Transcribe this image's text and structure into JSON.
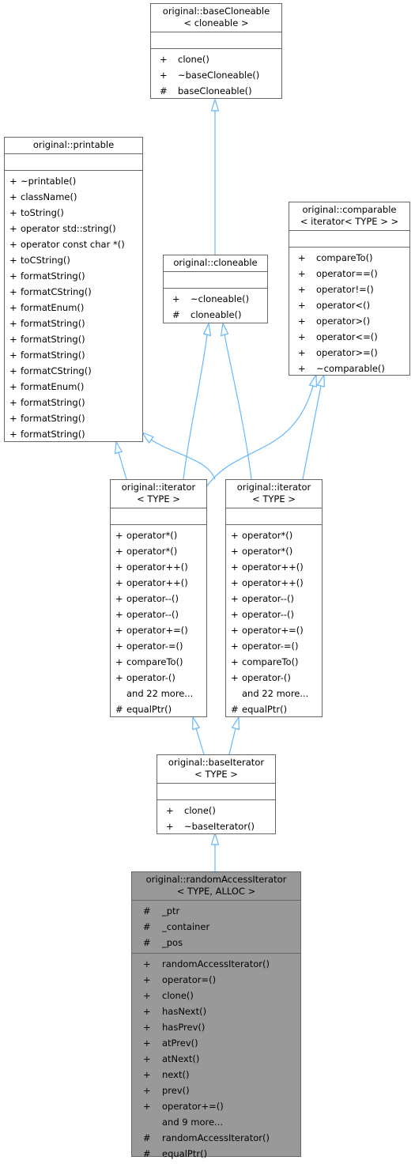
{
  "nodes": {
    "baseCloneable": {
      "title": [
        "original::baseCloneable",
        "< cloneable >"
      ],
      "attributes": [],
      "methods": [
        {
          "vis": "+",
          "name": "clone()"
        },
        {
          "vis": "+",
          "name": "~baseCloneable()"
        },
        {
          "vis": "#",
          "name": "baseCloneable()"
        }
      ]
    },
    "printable": {
      "title": [
        "original::printable"
      ],
      "attributes": [],
      "methods": [
        {
          "vis": "+",
          "name": "~printable()"
        },
        {
          "vis": "+",
          "name": "className()"
        },
        {
          "vis": "+",
          "name": "toString()"
        },
        {
          "vis": "+",
          "name": "operator std::string()"
        },
        {
          "vis": "+",
          "name": "operator const char *()"
        },
        {
          "vis": "+",
          "name": "toCString()"
        },
        {
          "vis": "+",
          "name": "formatString()"
        },
        {
          "vis": "+",
          "name": "formatCString()"
        },
        {
          "vis": "+",
          "name": "formatEnum()"
        },
        {
          "vis": "+",
          "name": "formatString()"
        },
        {
          "vis": "+",
          "name": "formatString()"
        },
        {
          "vis": "+",
          "name": "formatString()"
        },
        {
          "vis": "+",
          "name": "formatCString()"
        },
        {
          "vis": "+",
          "name": "formatEnum()"
        },
        {
          "vis": "+",
          "name": "formatString()"
        },
        {
          "vis": "+",
          "name": "formatString()"
        },
        {
          "vis": "+",
          "name": "formatString()"
        }
      ]
    },
    "comparable": {
      "title": [
        "original::comparable",
        "< iterator< TYPE > >"
      ],
      "attributes": [],
      "methods": [
        {
          "vis": "+",
          "name": "compareTo()"
        },
        {
          "vis": "+",
          "name": "operator==()"
        },
        {
          "vis": "+",
          "name": "operator!=()"
        },
        {
          "vis": "+",
          "name": "operator<()"
        },
        {
          "vis": "+",
          "name": "operator>()"
        },
        {
          "vis": "+",
          "name": "operator<=()"
        },
        {
          "vis": "+",
          "name": "operator>=()"
        },
        {
          "vis": "+",
          "name": "~comparable()"
        }
      ]
    },
    "cloneable": {
      "title": [
        "original::cloneable"
      ],
      "attributes": [],
      "methods": [
        {
          "vis": "+",
          "name": "~cloneable()"
        },
        {
          "vis": "#",
          "name": "cloneable()"
        }
      ]
    },
    "iterator1": {
      "title": [
        "original::iterator",
        "< TYPE >"
      ],
      "attributes": [],
      "methods": [
        {
          "vis": "+",
          "name": "operator*()"
        },
        {
          "vis": "+",
          "name": "operator*()"
        },
        {
          "vis": "+",
          "name": "operator++()"
        },
        {
          "vis": "+",
          "name": "operator++()"
        },
        {
          "vis": "+",
          "name": "operator--()"
        },
        {
          "vis": "+",
          "name": "operator--()"
        },
        {
          "vis": "+",
          "name": "operator+=()"
        },
        {
          "vis": "+",
          "name": "operator-=()"
        },
        {
          "vis": "+",
          "name": "compareTo()"
        },
        {
          "vis": "+",
          "name": "operator-()"
        },
        {
          "vis": "",
          "name": "and 22 more..."
        },
        {
          "vis": "#",
          "name": "equalPtr()"
        }
      ]
    },
    "iterator2": {
      "title": [
        "original::iterator",
        "< TYPE >"
      ],
      "attributes": [],
      "methods": [
        {
          "vis": "+",
          "name": "operator*()"
        },
        {
          "vis": "+",
          "name": "operator*()"
        },
        {
          "vis": "+",
          "name": "operator++()"
        },
        {
          "vis": "+",
          "name": "operator++()"
        },
        {
          "vis": "+",
          "name": "operator--()"
        },
        {
          "vis": "+",
          "name": "operator--()"
        },
        {
          "vis": "+",
          "name": "operator+=()"
        },
        {
          "vis": "+",
          "name": "operator-=()"
        },
        {
          "vis": "+",
          "name": "compareTo()"
        },
        {
          "vis": "+",
          "name": "operator-()"
        },
        {
          "vis": "",
          "name": "and 22 more..."
        },
        {
          "vis": "#",
          "name": "equalPtr()"
        }
      ]
    },
    "baseIterator": {
      "title": [
        "original::baseIterator",
        "< TYPE >"
      ],
      "attributes": [],
      "methods": [
        {
          "vis": "+",
          "name": "clone()"
        },
        {
          "vis": "+",
          "name": "~baseIterator()"
        }
      ]
    },
    "randomAccessIterator": {
      "title": [
        "original::randomAccessIterator",
        "< TYPE, ALLOC >"
      ],
      "attributes": [
        {
          "vis": "#",
          "name": "_ptr"
        },
        {
          "vis": "#",
          "name": "_container"
        },
        {
          "vis": "#",
          "name": "_pos"
        }
      ],
      "methods": [
        {
          "vis": "+",
          "name": "randomAccessIterator()"
        },
        {
          "vis": "+",
          "name": "operator=()"
        },
        {
          "vis": "+",
          "name": "clone()"
        },
        {
          "vis": "+",
          "name": "hasNext()"
        },
        {
          "vis": "+",
          "name": "hasPrev()"
        },
        {
          "vis": "+",
          "name": "atPrev()"
        },
        {
          "vis": "+",
          "name": "atNext()"
        },
        {
          "vis": "+",
          "name": "next()"
        },
        {
          "vis": "+",
          "name": "prev()"
        },
        {
          "vis": "+",
          "name": "operator+=()"
        },
        {
          "vis": "",
          "name": "and 9 more..."
        },
        {
          "vis": "#",
          "name": "randomAccessIterator()"
        },
        {
          "vis": "#",
          "name": "equalPtr()"
        }
      ]
    }
  },
  "colors": {
    "edge": "#63b8ff",
    "highlight_fill": "#999999",
    "border": "#666666"
  }
}
